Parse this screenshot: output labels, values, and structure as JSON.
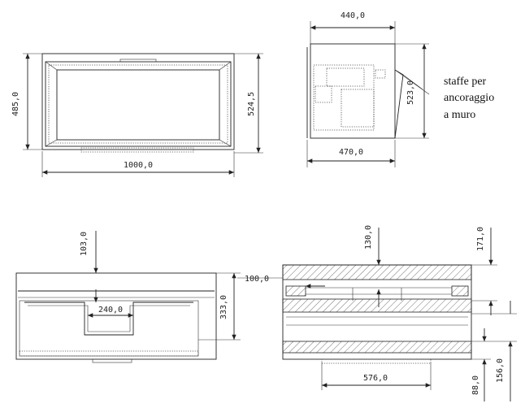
{
  "drawing": {
    "top_left": {
      "width_label": "1000,0",
      "height_left_label": "485,0",
      "height_right_label": "524,5"
    },
    "top_right": {
      "width_top_label": "440,0",
      "width_bottom_label": "470,0",
      "height_label": "523,0",
      "note_lines": [
        "staffe per",
        "ancoraggio",
        "a muro"
      ]
    },
    "bottom_left": {
      "top_offset_label": "103,0",
      "notch_label": "240,0",
      "height_label": "333,0"
    },
    "bottom_right": {
      "top_label": "130,0",
      "right_top_label": "171,0",
      "left_label": "100,0",
      "bottom_width_label": "576,0",
      "bottom_label": "88,0",
      "right_bottom_label": "156,0"
    }
  }
}
